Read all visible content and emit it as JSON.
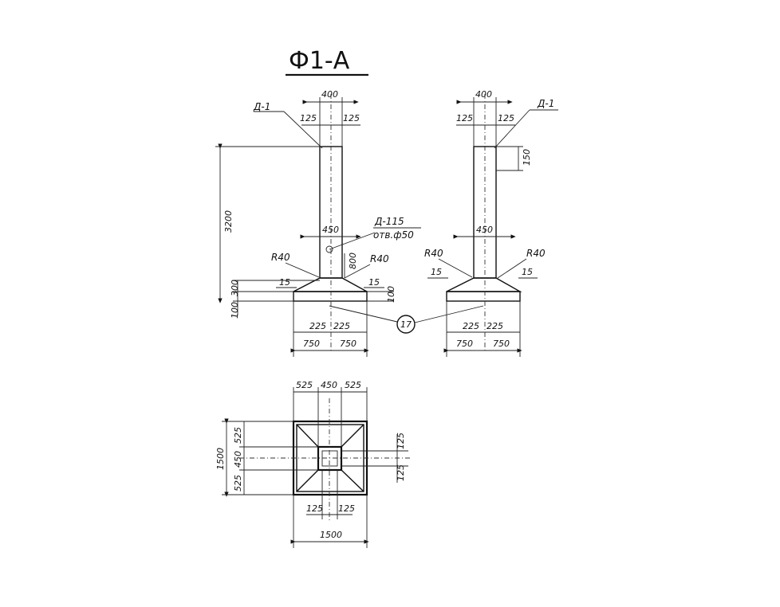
{
  "title": "Ф1-А",
  "left_elevation": {
    "top_width": "400",
    "top_half_left": "125",
    "top_half_right": "125",
    "tag_top": "Д-1",
    "height_total": "3200",
    "mid_width": "450",
    "tag_hole": "Д-115",
    "tag_hole_note": "отв.ф50",
    "radius_left": "R40",
    "radius_right": "R40",
    "dim_800": "800",
    "step_left": "15",
    "step_right": "15",
    "base_300": "300",
    "base_100_left": "100",
    "base_100_right": "100",
    "center_left": "225",
    "center_right": "225",
    "base_left": "750",
    "base_right": "750",
    "callout": "17"
  },
  "right_elevation": {
    "top_width": "400",
    "top_half_left": "125",
    "top_half_right": "125",
    "tag_top": "Д-1",
    "dim_150": "150",
    "mid_width": "450",
    "radius_left": "R40",
    "radius_right": "R40",
    "step_left": "15",
    "step_right": "15",
    "center_left": "225",
    "center_right": "225",
    "base_left": "750",
    "base_right": "750"
  },
  "plan": {
    "top_a": "525",
    "top_b": "450",
    "top_c": "525",
    "left_total": "1500",
    "left_a": "525",
    "left_b": "450",
    "left_c": "525",
    "right_a": "125",
    "right_b": "125",
    "bottom_a": "125",
    "bottom_b": "125",
    "bottom_total": "1500"
  }
}
